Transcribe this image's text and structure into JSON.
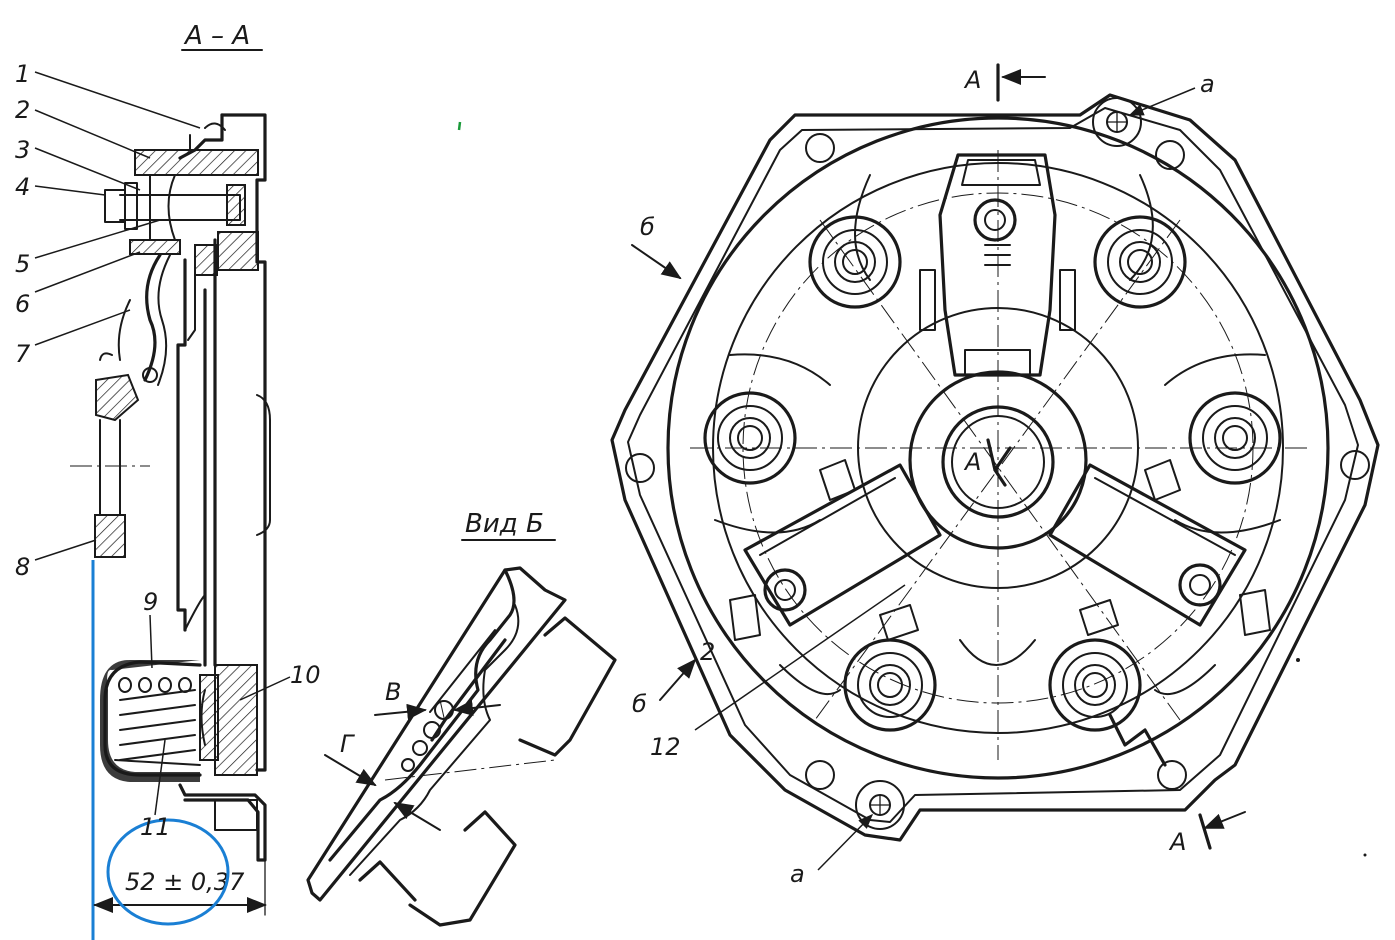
{
  "section_title": "А – А",
  "view_title": "Вид Б",
  "dimension": "52 ± 0,37",
  "callouts": [
    "1",
    "2",
    "3",
    "4",
    "5",
    "6",
    "7",
    "8",
    "9",
    "10",
    "11",
    "12"
  ],
  "letters": {
    "a_top": "а",
    "a_bottom": "а",
    "A_top": "А",
    "A_bottom": "А",
    "b_top": "б",
    "b_bottom": "б",
    "center": "А",
    "v": "В",
    "g": "Г",
    "num2": "2"
  },
  "colors": {
    "annotation_blue": "#1a7fd4",
    "ink": "#1a1a1a",
    "mark_green": "#1a9a3a"
  }
}
